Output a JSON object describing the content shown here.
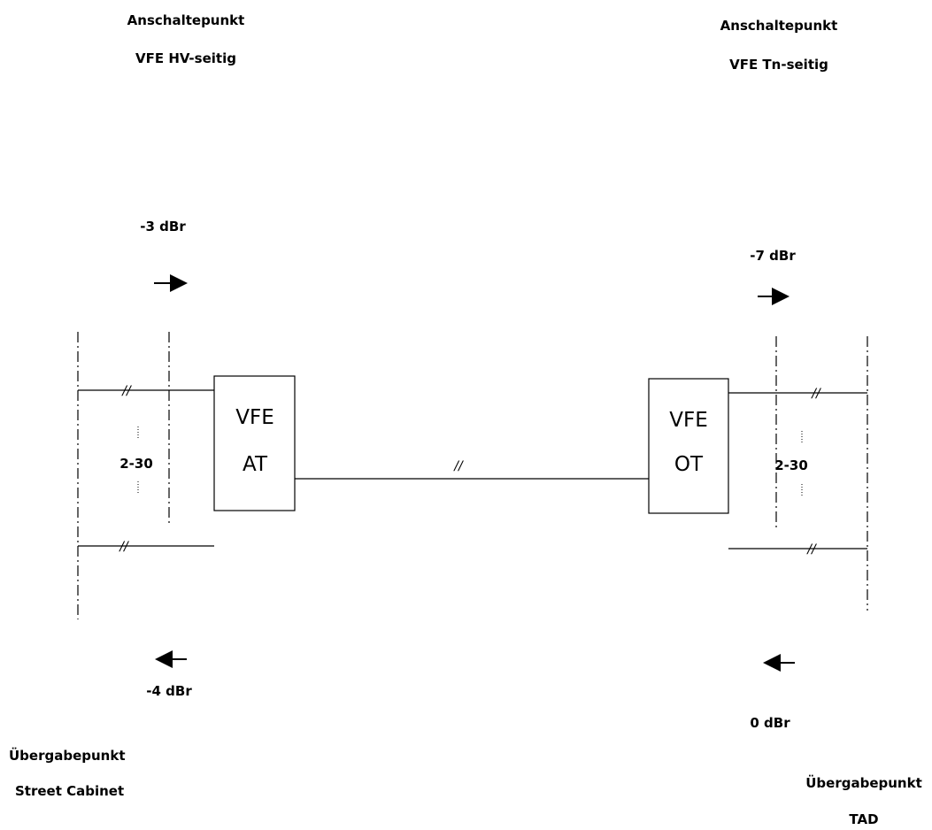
{
  "top_left": {
    "line1": "Anschaltepunkt",
    "line2": "VFE HV-seitig"
  },
  "top_right": {
    "line1": "Anschaltepunkt",
    "line2": "VFE Tn-seitig"
  },
  "levels": {
    "left_upper": "-3 dBr",
    "left_lower": "-4 dBr",
    "right_upper": "-7 dBr",
    "right_lower": "0 dBr"
  },
  "box_at": {
    "line1": "VFE",
    "line2": "AT"
  },
  "box_ot": {
    "line1": "VFE",
    "line2": "OT"
  },
  "channel_range_left": "2-30",
  "channel_range_right": "2-30",
  "link_mark": "//",
  "bottom_left": {
    "line1": "Übergabepunkt",
    "line2": "Street Cabinet"
  },
  "bottom_right": {
    "line1": "Übergabepunkt",
    "line2": "TAD"
  }
}
